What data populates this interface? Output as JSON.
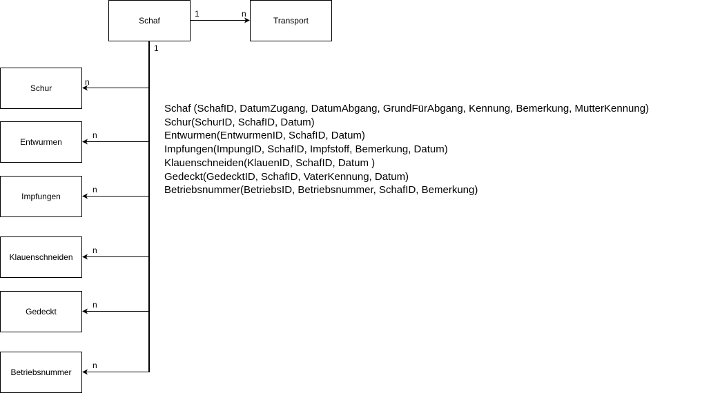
{
  "diagram": {
    "entities": {
      "schaf": "Schaf",
      "transport": "Transport",
      "schur": "Schur",
      "entwurmen": "Entwurmen",
      "impfungen": "Impfungen",
      "klauenschneiden": "Klauenschneiden",
      "gedeckt": "Gedeckt",
      "betriebsnummer": "Betriebsnummer"
    },
    "cardinalities": {
      "schaf_transport_one": "1",
      "schaf_transport_many": "n",
      "schaf_trunk_one": "1",
      "schur_many": "n",
      "entwurmen_many": "n",
      "impfungen_many": "n",
      "klauenschneiden_many": "n",
      "gedeckt_many": "n",
      "betriebsnummer_many": "n"
    }
  },
  "schema": [
    "Schaf (SchafID, DatumZugang, DatumAbgang, GrundFürAbgang, Kennung, Bemerkung, MutterKennung)",
    "Schur(SchurID, SchafID, Datum)",
    "Entwurmen(EntwurmenID, SchafID, Datum)",
    "Impfungen(ImpungID, SchafID, Impfstoff, Bemerkung, Datum)",
    "Klauenschneiden(KlauenID, SchafID, Datum )",
    "Gedeckt(GedecktID, SchafID, VaterKennung, Datum)",
    "Betriebsnummer(BetriebsID, Betriebsnummer, SchafID, Bemerkung)"
  ],
  "colors": {
    "stroke": "#000000",
    "background": "#ffffff"
  }
}
